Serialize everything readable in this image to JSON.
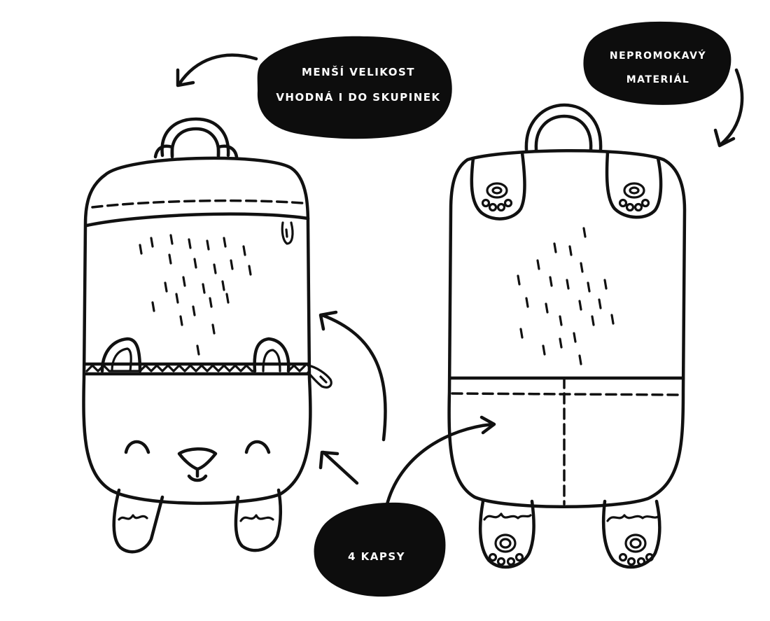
{
  "labels": {
    "size_line1": "MENŠÍ VELIKOST",
    "size_line2": "VHODNÁ I DO SKUPINEK",
    "material_line1": "NEPROMOKAVÝ",
    "material_line2": "MATERIÁL",
    "pockets": "4 KAPSY"
  },
  "colors": {
    "ink": "#111111",
    "paper": "#ffffff"
  },
  "icons": [
    "handle-icon",
    "paw-icon",
    "zipper-pull-icon",
    "arrow-icon",
    "face-icon"
  ]
}
